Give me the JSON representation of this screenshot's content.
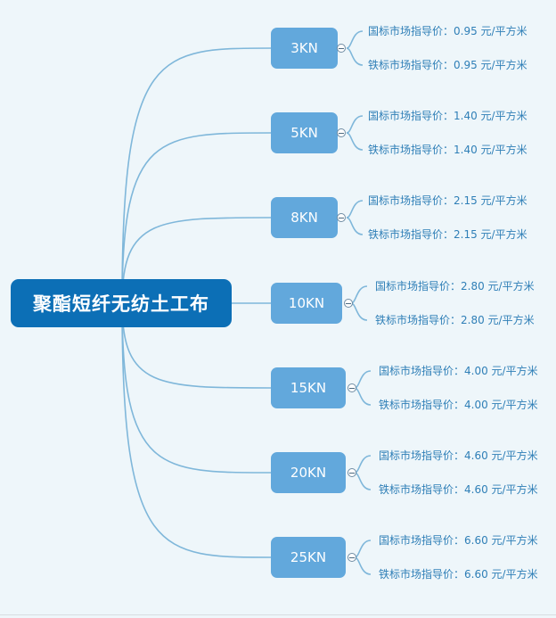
{
  "root": {
    "label": "聚酯短纤无纺土工布"
  },
  "branches": [
    {
      "label": "3KN",
      "leaves": [
        "国标市场指导价：0.95 元/平方米",
        "铁标市场指导价：0.95 元/平方米"
      ]
    },
    {
      "label": "5KN",
      "leaves": [
        "国标市场指导价：1.40 元/平方米",
        "铁标市场指导价：1.40 元/平方米"
      ]
    },
    {
      "label": "8KN",
      "leaves": [
        "国标市场指导价：2.15 元/平方米",
        "铁标市场指导价：2.15 元/平方米"
      ]
    },
    {
      "label": "10KN",
      "leaves": [
        "国标市场指导价：2.80 元/平方米",
        "铁标市场指导价：2.80 元/平方米"
      ]
    },
    {
      "label": "15KN",
      "leaves": [
        "国标市场指导价：4.00 元/平方米",
        "铁标市场指导价：4.00 元/平方米"
      ]
    },
    {
      "label": "20KN",
      "leaves": [
        "国标市场指导价：4.60 元/平方米",
        "铁标市场指导价：4.60 元/平方米"
      ]
    },
    {
      "label": "25KN",
      "leaves": [
        "国标市场指导价：6.60 元/平方米",
        "铁标市场指导价：6.60 元/平方米"
      ]
    }
  ],
  "colors": {
    "root_fill": "#0c6fb6",
    "branch_fill": "#62a8dc",
    "edge": "#7fb7da",
    "leaf_text": "#2f7fb7"
  }
}
